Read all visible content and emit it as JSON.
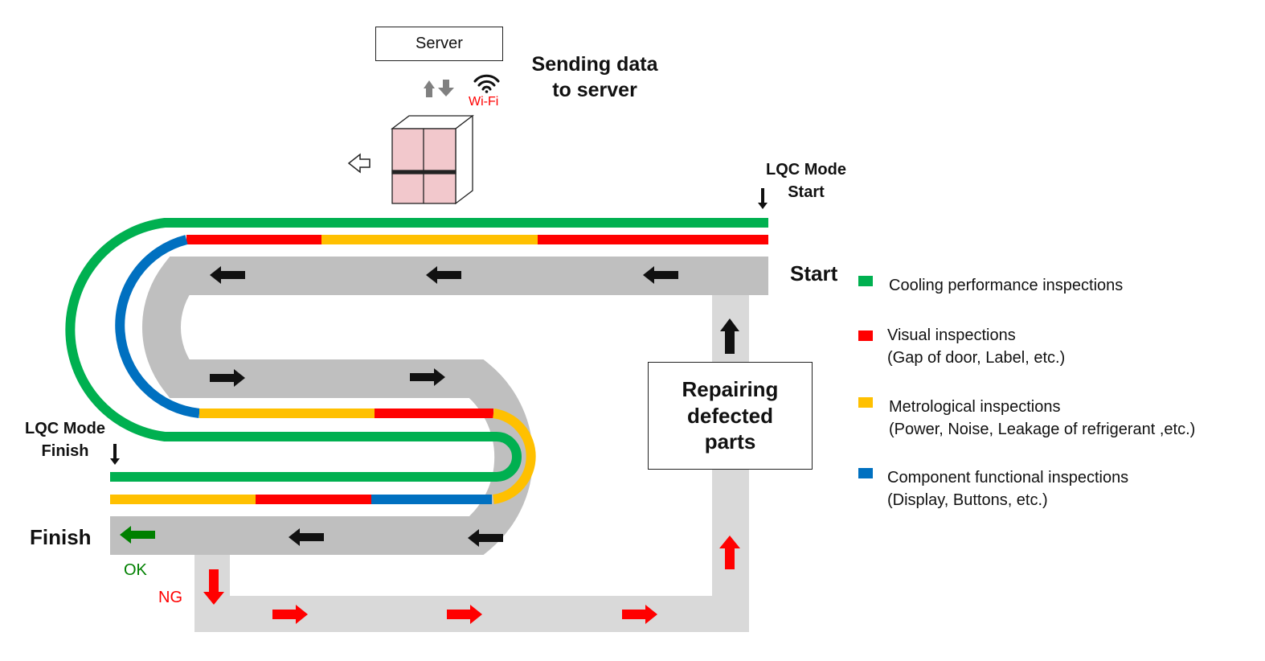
{
  "colors": {
    "cooling": "#00b050",
    "visual": "#ff0000",
    "metrological": "#ffc000",
    "component": "#0070c0",
    "conveyor": "#bfbfbf",
    "repair_path": "#d9d9d9",
    "ok_green": "#008000",
    "ng_red": "#ff0000",
    "fridge_fill": "#f2c8cc"
  },
  "header": {
    "server_label": "Server",
    "sending_line1": "Sending data",
    "sending_line2": "to server",
    "wifi_label": "Wi-Fi"
  },
  "lqc": {
    "start_line1": "LQC Mode",
    "start_line2": "Start",
    "finish_line1": "LQC Mode",
    "finish_line2": "Finish"
  },
  "line": {
    "start_label": "Start",
    "finish_label": "Finish",
    "ok_label": "OK",
    "ng_label": "NG"
  },
  "repair": {
    "line1": "Repairing",
    "line2": "defected",
    "line3": "parts"
  },
  "legend": [
    {
      "key": "cooling",
      "line1": "Cooling performance inspections",
      "line2": ""
    },
    {
      "key": "visual",
      "line1": "Visual inspections",
      "line2": "(Gap of door, Label, etc.)"
    },
    {
      "key": "metrological",
      "line1": "Metrological inspections",
      "line2": "(Power, Noise, Leakage of refrigerant ,etc.)"
    },
    {
      "key": "component",
      "line1": "Component functional inspections",
      "line2": "(Display, Buttons, etc.)"
    }
  ]
}
